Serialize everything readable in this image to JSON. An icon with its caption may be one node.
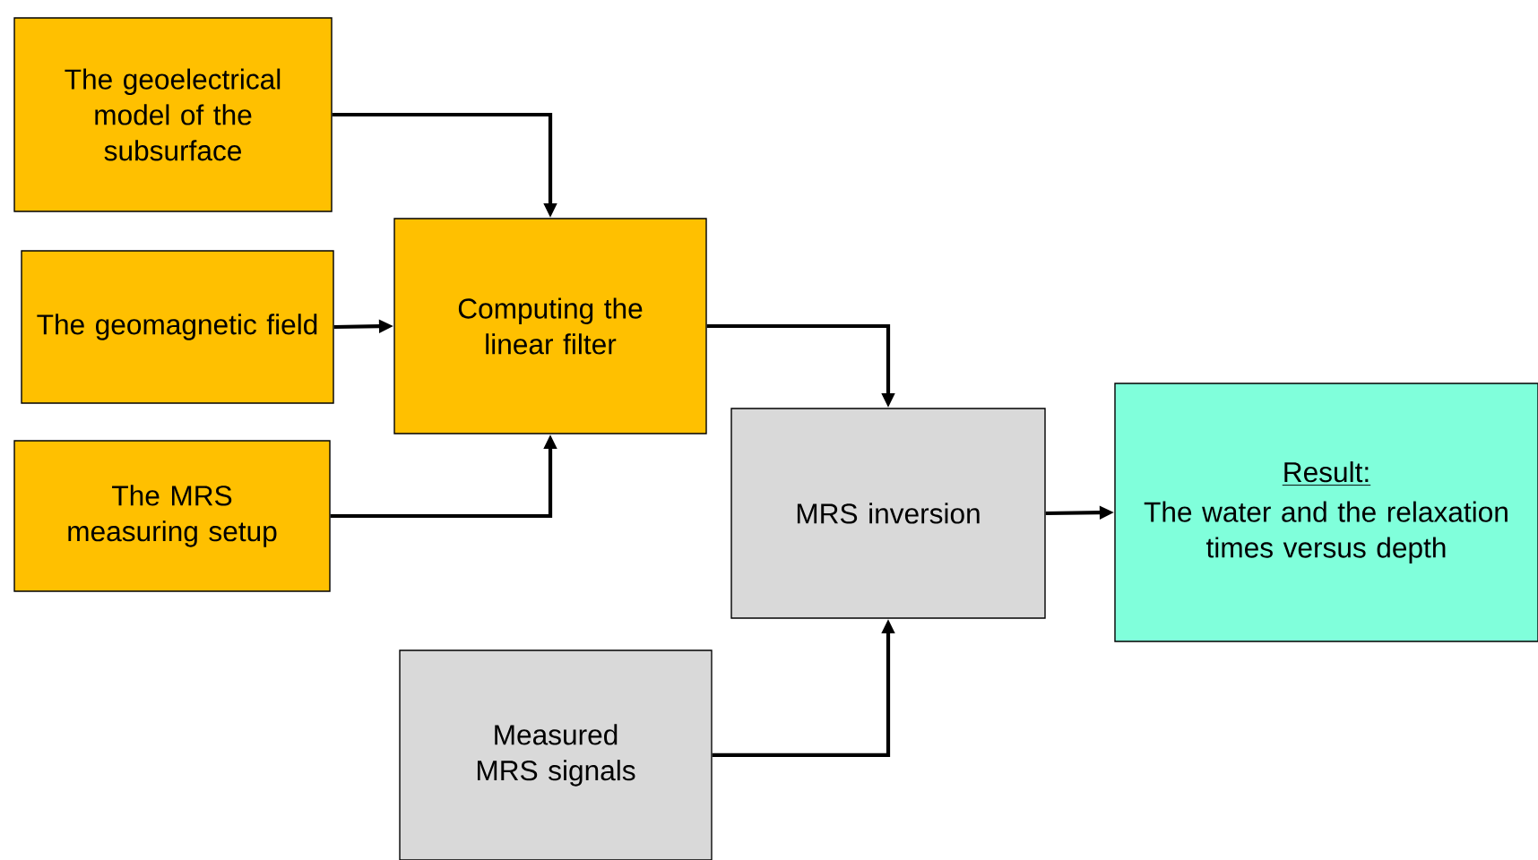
{
  "diagram": {
    "nodes": [
      {
        "text": [
          "The geoelectrical model of the subsurface"
        ]
      },
      {
        "text": [
          "The geomagnetic field"
        ]
      },
      {
        "text": [
          "The MRS measuring setup"
        ]
      },
      {
        "text": [
          "Computing the linear filter"
        ]
      },
      {
        "text": [
          "MRS inversion"
        ]
      },
      {
        "text": [
          "Result:",
          "The water and the relaxation times versus depth"
        ]
      },
      {
        "text": [
          "Measured MRS signals"
        ]
      }
    ],
    "edges": [
      {
        "from": 0,
        "to": 3,
        "arrow": "to"
      },
      {
        "from": 1,
        "to": 3,
        "arrow": "to"
      },
      {
        "from": 2,
        "to": 3,
        "arrow": "to"
      },
      {
        "from": 3,
        "to": 4,
        "arrow": "to"
      },
      {
        "from": 6,
        "to": 4,
        "arrow": "to"
      },
      {
        "from": 4,
        "to": 5,
        "arrow": "to"
      }
    ]
  }
}
